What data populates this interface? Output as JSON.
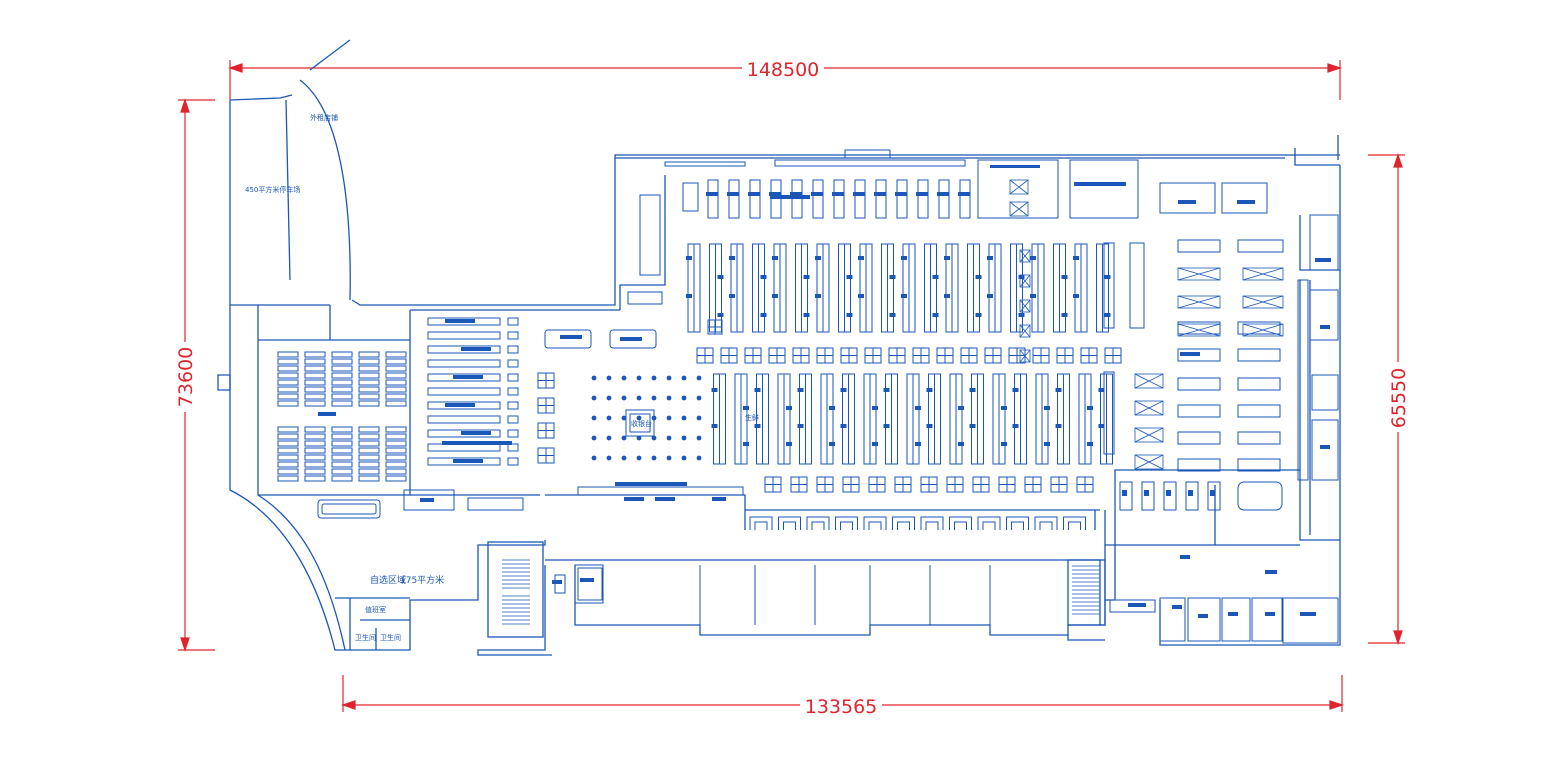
{
  "colors": {
    "background": "#ffffff",
    "line": "#1a57b8",
    "fill": "#1a57b8",
    "dimension": "#e0242e"
  },
  "dimensions": {
    "top_width": "148500",
    "bottom_width": "133565",
    "left_height": "73600",
    "right_height": "65550"
  },
  "labels": {
    "room_parking": "450平方米停车场",
    "room_shop_small": "外租店铺",
    "room_area": "自选区域",
    "room_area_size": "175平方米",
    "room_office": "值班室",
    "room_wc_1": "卫生间",
    "room_wc_2": "卫生间",
    "center_kiosk": "收银台",
    "aisle_tag": "生鲜"
  }
}
